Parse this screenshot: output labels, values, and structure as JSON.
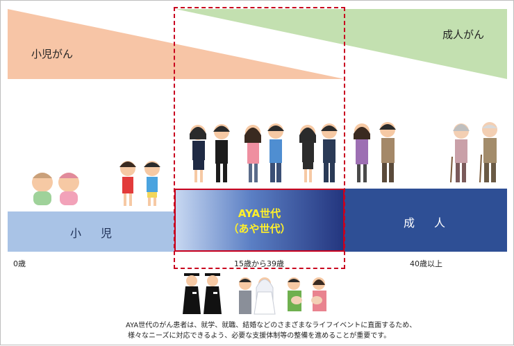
{
  "labels": {
    "pediatric_cancer": "小児がん",
    "adult_cancer": "成人がん",
    "child_band": "小　児",
    "adult_band": "成　人",
    "aya_title": "AYA世代",
    "aya_subtitle": "（あや世代）"
  },
  "ticks": {
    "start": "0歳",
    "aya_range": "15歳から39歳",
    "adult_start": "40歳以上"
  },
  "caption": {
    "line1": "AYA世代のがん患者は、就学、就職、結婚などのさまざまなライフイベントに直面するため、",
    "line2": "様々なニーズに対応できるよう、必要な支援体制等の整備を進めることが重要です。"
  },
  "colors": {
    "pediatric": "#f7c5a6",
    "adult": "#c3e0b0",
    "child_band": "#a9c3e6",
    "adult_band": "#2e4f95",
    "highlight": "#c8001e",
    "aya_text": "#fff02a"
  }
}
